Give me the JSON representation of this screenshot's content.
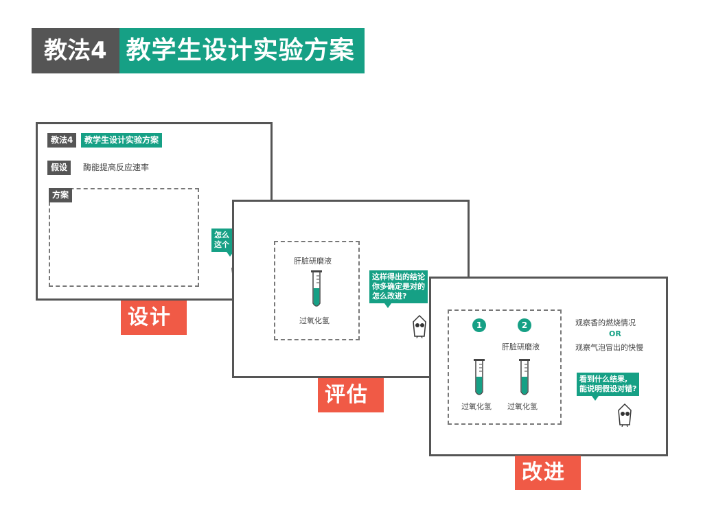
{
  "title": {
    "tag": "教法4",
    "text": "教学生设计实验方案"
  },
  "colors": {
    "accent": "#16a085",
    "dark": "#555555",
    "label": "#f05a46"
  },
  "slides": {
    "design": {
      "tag": "教法4",
      "title": "教学生设计实验方案",
      "hypothesis_tag": "假设",
      "hypothesis_text": "酶能提高反应速率",
      "plan_tag": "方案",
      "bubble": "怎么\n这个",
      "icon": "scientist-icon"
    },
    "evaluate": {
      "tube_top_label": "肝脏研磨液",
      "tube_bottom_label": "过氧化氢",
      "bubble": "这样得出的结论\n你多确定是对的\n怎么改进?",
      "icon": "scientist-icon"
    },
    "improve": {
      "num1": "1",
      "num2": "2",
      "tube2_top_label": "肝脏研磨液",
      "tube1_bottom_label": "过氧化氢",
      "tube2_bottom_label": "过氧化氢",
      "observe1": "观察香的燃烧情况",
      "or": "OR",
      "observe2": "观察气泡冒出的快慢",
      "bubble": "看到什么结果,\n能说明假设对错?",
      "icon": "scientist-icon"
    }
  },
  "stage_labels": {
    "design": "设计",
    "evaluate": "评估",
    "improve": "改进"
  }
}
